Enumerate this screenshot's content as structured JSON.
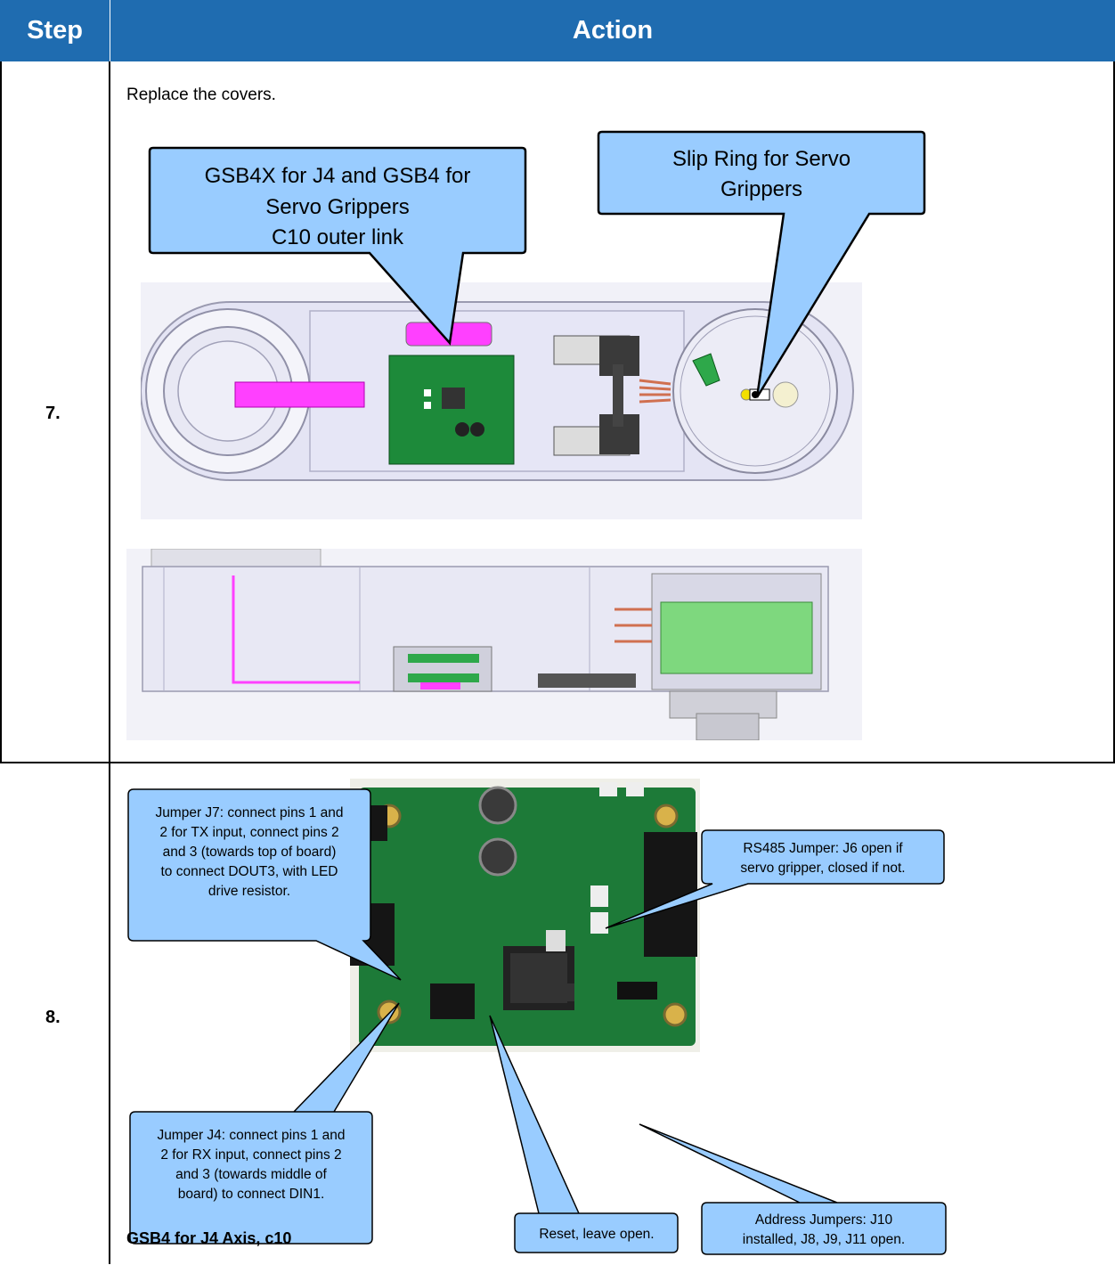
{
  "header": {
    "step": "Step",
    "action": "Action"
  },
  "rows": [
    {
      "step": "7.",
      "instruction": "Replace the covers.",
      "callouts": {
        "gsb": [
          "GSB4X for J4 and GSB4 for",
          "Servo Grippers",
          "C10 outer link"
        ],
        "slip": [
          "Slip Ring for Servo",
          "Grippers"
        ]
      }
    },
    {
      "step": "8.",
      "callouts": {
        "j7": [
          "Jumper J7: connect pins 1 and",
          "2 for TX input, connect pins 2",
          "and 3 (towards top of board)",
          "to connect DOUT3, with LED",
          "drive resistor."
        ],
        "rs485": [
          "RS485 Jumper: J6 open if",
          "servo gripper, closed if not."
        ],
        "j4": [
          "Jumper J4: connect pins 1 and",
          "2 for RX input, connect pins 2",
          "and 3 (towards middle of",
          "board) to connect DIN1."
        ],
        "reset": [
          "Reset, leave open."
        ],
        "address": [
          "Address Jumpers: J10",
          "installed, J8, J9, J11 open."
        ]
      },
      "caption": "GSB4 for J4 Axis, c10"
    }
  ],
  "colors": {
    "header_bg": "#1f6cb0",
    "callout_fill": "#99ccff",
    "pcb_green": "#1d8a3a",
    "magenta": "#ff40ff"
  }
}
